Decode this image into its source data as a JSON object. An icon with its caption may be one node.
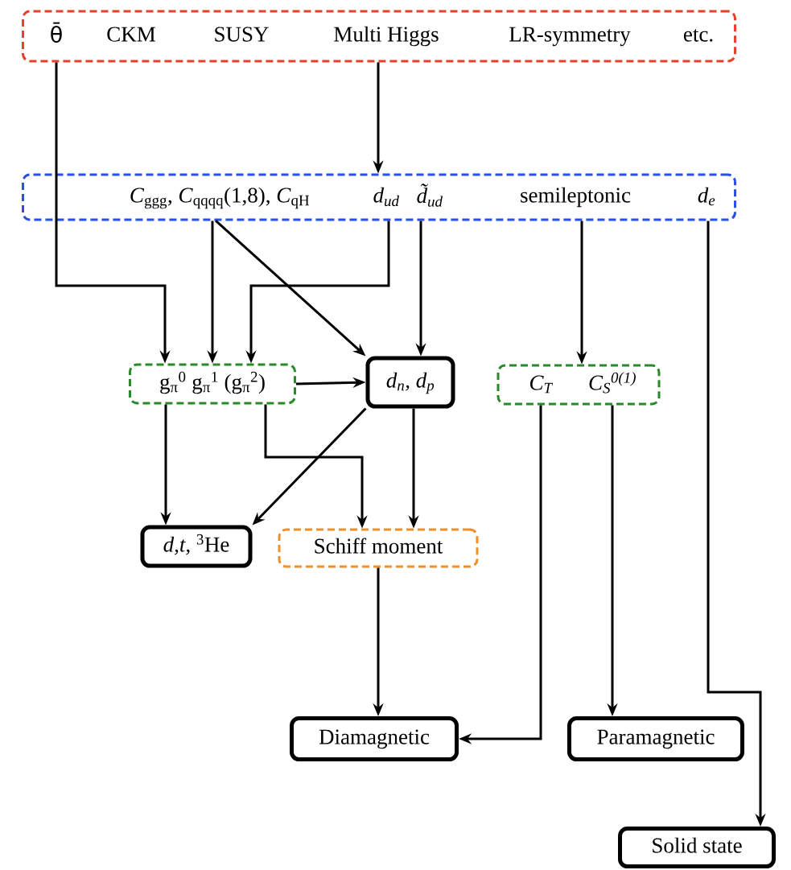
{
  "diagram": {
    "nodes": [
      {
        "text": [],
        "shape": "box"
      },
      {
        "text": [
          "θ̄"
        ],
        "in": 0
      },
      {
        "text": [
          "CKM"
        ],
        "in": 0
      },
      {
        "text": [
          "SUSY"
        ],
        "in": 0
      },
      {
        "text": [
          "Multi Higgs"
        ],
        "in": 0
      },
      {
        "text": [
          "LR-symmetry"
        ],
        "in": 0
      },
      {
        "text": [
          "etc."
        ],
        "in": 0
      },
      {
        "text": [],
        "shape": "box"
      },
      {
        "text": [
          "*C*$_{ggg}$, *C*$_{qqqq}$(1,8), *C*$_{qH}$"
        ],
        "in": 7
      },
      {
        "text": [
          "d$_{ud}$"
        ],
        "in": 7
      },
      {
        "text": [
          "d̃$_{ud}$"
        ],
        "in": 7
      },
      {
        "text": [
          "semileptonic"
        ],
        "in": 7
      },
      {
        "text": [
          "d$_{e}$"
        ],
        "in": 7
      },
      {
        "text": [
          "g$_{π}$$^{0}$  g$_{π}$$^{1}$ (g$_{π}$$^{2}$)"
        ]
      },
      {
        "text": [
          "d$_{n}$, d$_{p}$"
        ]
      },
      {
        "text": [],
        "shape": "box"
      },
      {
        "text": [
          "C$_{T}$"
        ],
        "in": 15
      },
      {
        "text": [
          "C$_{S}$$^{0(1)}$"
        ],
        "in": 15
      },
      {
        "text": [
          "*d,t,* $^{3}$He"
        ]
      },
      {
        "text": [
          "Schiff moment"
        ]
      },
      {
        "text": [
          "Diamagnetic"
        ]
      },
      {
        "text": [
          "Paramagnetic"
        ]
      },
      {
        "text": [
          "Solid state"
        ]
      }
    ],
    "edges": [
      {
        "from": 1,
        "to": 13,
        "arrow": "to"
      },
      {
        "from": 4,
        "to": 7,
        "arrow": "to"
      },
      {
        "from": 8,
        "to": 13,
        "arrow": "to"
      },
      {
        "from": 9,
        "to": 13,
        "arrow": "to"
      },
      {
        "from": 8,
        "to": 14,
        "arrow": "to"
      },
      {
        "from": 10,
        "to": 14,
        "arrow": "to"
      },
      {
        "from": 11,
        "to": 15,
        "arrow": "to"
      },
      {
        "from": 12,
        "to": 22,
        "arrow": "to"
      },
      {
        "from": 13,
        "to": 14,
        "arrow": "to"
      },
      {
        "from": 13,
        "to": 18,
        "arrow": "to"
      },
      {
        "from": 13,
        "to": 19,
        "arrow": "to"
      },
      {
        "from": 14,
        "to": 18,
        "arrow": "to"
      },
      {
        "from": 14,
        "to": 19,
        "arrow": "to"
      },
      {
        "from": 19,
        "to": 20,
        "arrow": "to"
      },
      {
        "from": 16,
        "to": 20,
        "arrow": "to"
      },
      {
        "from": 17,
        "to": 21,
        "arrow": "to"
      }
    ]
  }
}
